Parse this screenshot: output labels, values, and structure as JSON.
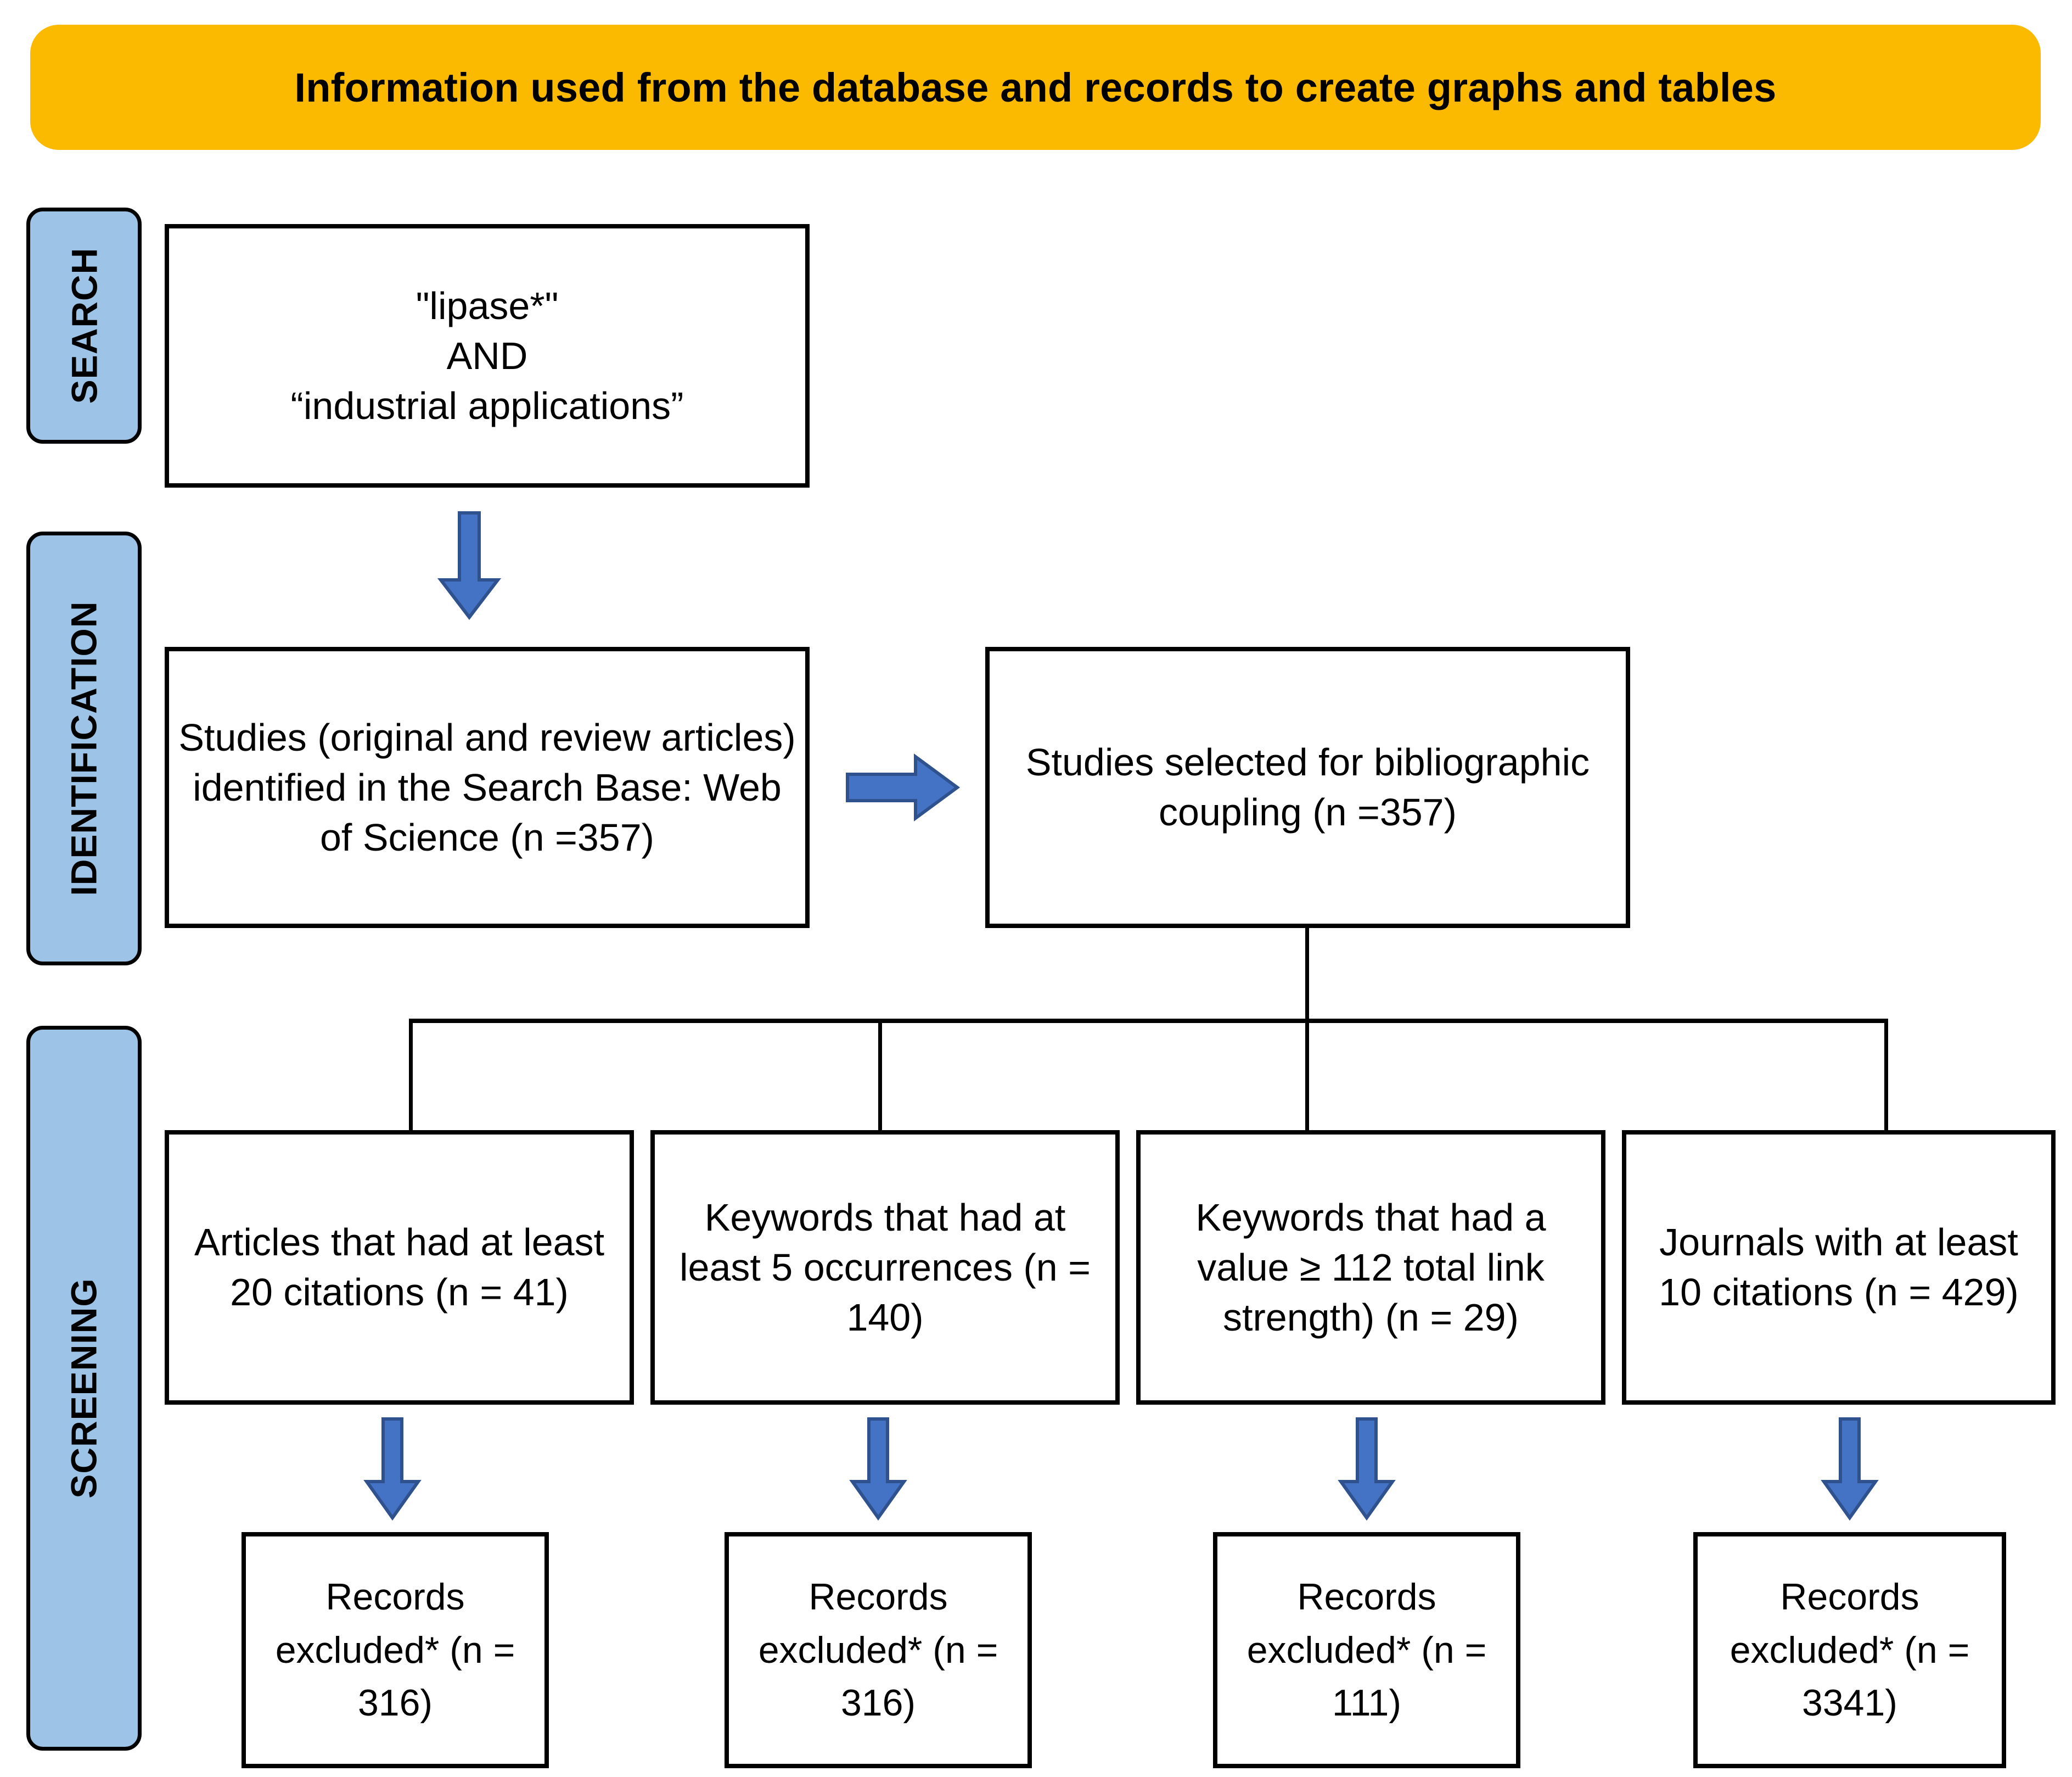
{
  "banner": {
    "title": "Information used from the database and records to create graphs and tables",
    "bg_color": "#FBBA00"
  },
  "stages": [
    {
      "id": "search",
      "label": "SEARCH"
    },
    {
      "id": "identification",
      "label": "IDENTIFICATION"
    },
    {
      "id": "screening",
      "label": "SCREENING"
    }
  ],
  "colors": {
    "stage_pill_fill": "#9DC3E6",
    "arrow_fill": "#4472C4",
    "arrow_stroke": "#2F528F",
    "box_border": "#000000",
    "banner_fill": "#FBBA00"
  },
  "boxes": {
    "query": "\"lipase*\"\nAND\n“industrial applications”",
    "identified": "Studies (original and review articles) identified in the Search Base: Web of Science (n =357)",
    "coupling": "Studies selected for bibliographic coupling (n =357)",
    "screening": [
      {
        "id": "s1",
        "text": "Articles that had at least 20 citations (n = 41)",
        "n": 41
      },
      {
        "id": "s2",
        "text": "Keywords that had at least 5 occurrences (n = 140)",
        "n": 140
      },
      {
        "id": "s3",
        "text": "Keywords that had a value ≥ 112 total link strength) (n = 29)",
        "n": 29
      },
      {
        "id": "s4",
        "text": "Journals with at least 10 citations (n = 429)",
        "n": 429
      }
    ],
    "excluded": [
      {
        "id": "e1",
        "text": "Records excluded* (n = 316)",
        "n": 316
      },
      {
        "id": "e2",
        "text": "Records excluded* (n = 316)",
        "n": 316
      },
      {
        "id": "e3",
        "text": "Records excluded* (n = 111)",
        "n": 111
      },
      {
        "id": "e4",
        "text": "Records excluded* (n = 3341)",
        "n": 3341
      }
    ]
  },
  "chart_data": {
    "type": "diagram",
    "title": "Information used from the database and records to create graphs and tables",
    "diagram_kind": "prisma-flowchart",
    "stages": [
      "SEARCH",
      "IDENTIFICATION",
      "SCREENING"
    ],
    "nodes": [
      {
        "id": "query",
        "stage": "SEARCH",
        "label": "\"lipase*\" AND “industrial applications”"
      },
      {
        "id": "identified",
        "stage": "IDENTIFICATION",
        "label": "Studies (original and review articles) identified in the Search Base: Web of Science",
        "n": 357
      },
      {
        "id": "coupling",
        "stage": "IDENTIFICATION",
        "label": "Studies selected for bibliographic coupling",
        "n": 357
      },
      {
        "id": "s1",
        "stage": "SCREENING",
        "label": "Articles that had at least 20 citations",
        "n": 41
      },
      {
        "id": "s2",
        "stage": "SCREENING",
        "label": "Keywords that had at least 5 occurrences",
        "n": 140
      },
      {
        "id": "s3",
        "stage": "SCREENING",
        "label": "Keywords that had a value ≥ 112 total link strength)",
        "n": 29
      },
      {
        "id": "s4",
        "stage": "SCREENING",
        "label": "Journals with at least 10 citations",
        "n": 429
      },
      {
        "id": "e1",
        "stage": "SCREENING",
        "label": "Records excluded*",
        "n": 316
      },
      {
        "id": "e2",
        "stage": "SCREENING",
        "label": "Records excluded*",
        "n": 316
      },
      {
        "id": "e3",
        "stage": "SCREENING",
        "label": "Records excluded*",
        "n": 111
      },
      {
        "id": "e4",
        "stage": "SCREENING",
        "label": "Records excluded*",
        "n": 3341
      }
    ],
    "edges": [
      {
        "from": "query",
        "to": "identified",
        "style": "blue-arrow-down"
      },
      {
        "from": "identified",
        "to": "coupling",
        "style": "blue-arrow-right"
      },
      {
        "from": "coupling",
        "to": "s1",
        "style": "black-bracket"
      },
      {
        "from": "coupling",
        "to": "s2",
        "style": "black-bracket"
      },
      {
        "from": "coupling",
        "to": "s3",
        "style": "black-bracket"
      },
      {
        "from": "coupling",
        "to": "s4",
        "style": "black-bracket"
      },
      {
        "from": "s1",
        "to": "e1",
        "style": "blue-arrow-down"
      },
      {
        "from": "s2",
        "to": "e2",
        "style": "blue-arrow-down"
      },
      {
        "from": "s3",
        "to": "e3",
        "style": "blue-arrow-down"
      },
      {
        "from": "s4",
        "to": "e4",
        "style": "blue-arrow-down"
      }
    ]
  }
}
